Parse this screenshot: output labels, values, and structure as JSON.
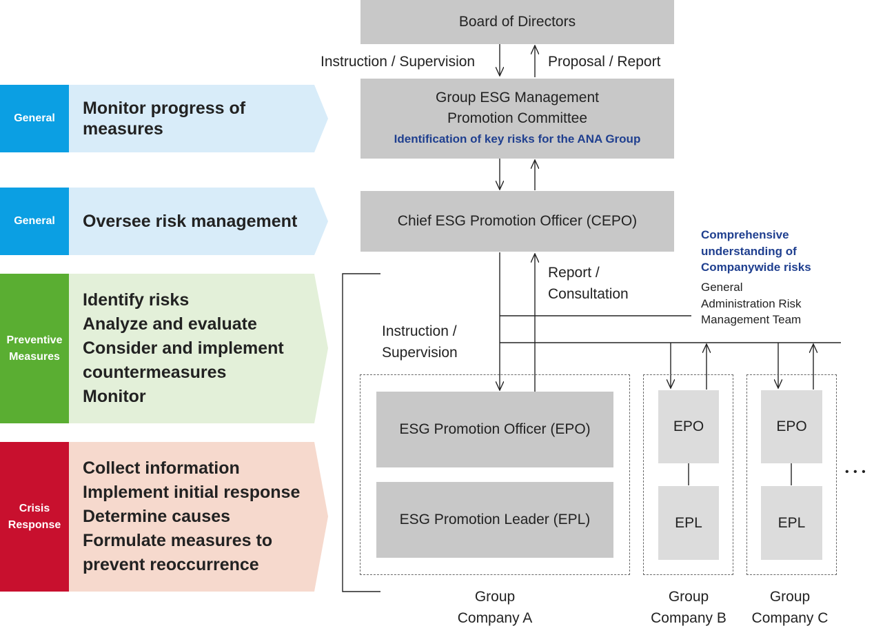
{
  "left": [
    {
      "tag": "General",
      "tag_color": "#0b9fe3",
      "band_color": "#d8ecf9",
      "lines": [
        "Monitor progress of",
        "measures"
      ]
    },
    {
      "tag": "General",
      "tag_color": "#0b9fe3",
      "band_color": "#d8ecf9",
      "lines": [
        "Oversee risk management"
      ]
    },
    {
      "tag": "Preventive\nMeasures",
      "tag_color": "#5aae32",
      "band_color": "#e3f0d9",
      "lines": [
        "Identify risks",
        "Analyze and evaluate",
        "Consider and implement",
        "countermeasures",
        "Monitor"
      ]
    },
    {
      "tag": "Crisis\nResponse",
      "tag_color": "#c8102e",
      "band_color": "#f6d9cd",
      "lines": [
        "Collect information",
        "Implement initial response",
        "Determine causes",
        "Formulate measures to",
        "prevent reoccurrence"
      ]
    }
  ],
  "board": "Board of Directors",
  "instruction_supervision": "Instruction / Supervision",
  "proposal_report": "Proposal / Report",
  "committee": {
    "line1": "Group ESG Management",
    "line2": "Promotion Committee",
    "note": "Identification of key risks for the ANA Group"
  },
  "cepo": "Chief ESG Promotion Officer (CEPO)",
  "report_consultation": "Report /\nConsultation",
  "instruction_supervision_2": "Instruction /\nSupervision",
  "comprehensive": "Comprehensive\nunderstanding of\nCompanywide risks",
  "risk_team": "General\nAdministration Risk\nManagement Team",
  "epo_full": "ESG Promotion Officer (EPO)",
  "epl_full": "ESG Promotion Leader (EPL)",
  "epo": "EPO",
  "epl": "EPL",
  "company_a": "Group\nCompany A",
  "company_b": "Group\nCompany B",
  "company_c": "Group\nCompany C",
  "ellipsis": "• • •"
}
